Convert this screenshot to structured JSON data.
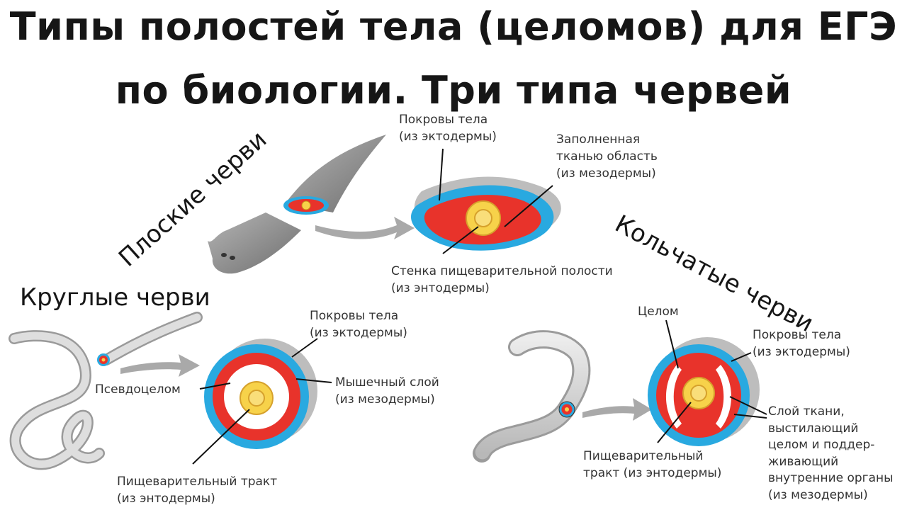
{
  "title": {
    "line1": "Типы полостей тела (целомов) для ЕГЭ",
    "line2": "по биологии. Три типа червей"
  },
  "groups": {
    "flat": "Плоские черви",
    "round": "Круглые черви",
    "annelid": "Кольчатые черви"
  },
  "flat_labels": {
    "covers": [
      "Покровы тела",
      "(из эктодермы)"
    ],
    "filled": [
      "Заполненная",
      "тканью область",
      "(из мезодермы)"
    ],
    "gut_wall": [
      "Стенка пищеварительной полости",
      "(из энтодермы)"
    ]
  },
  "round_labels": {
    "covers": [
      "Покровы тела",
      "(из эктодермы)"
    ],
    "pseudocoel": "Псевдоцелом",
    "muscle": [
      "Мышечный слой",
      "(из мезодермы)"
    ],
    "gut": [
      "Пищеварительный тракт",
      "(из энтодермы)"
    ]
  },
  "annelid_labels": {
    "coelom": "Целом",
    "covers": [
      "Покровы тела",
      "(из эктодермы)"
    ],
    "gut": [
      "Пищеварительный",
      "тракт (из энтодермы)"
    ],
    "lining": [
      "Слой ткани,",
      "выстилающий",
      "целом и поддер-",
      "живающий",
      "внутренние органы",
      "(из мезодермы)"
    ]
  },
  "colors": {
    "ectoderm": "#29a9e0",
    "mesoderm": "#e8332b",
    "endoderm": "#f7d24a",
    "worm_gray": "#8c8c8c",
    "arrow_gray": "#a9a9a9"
  }
}
